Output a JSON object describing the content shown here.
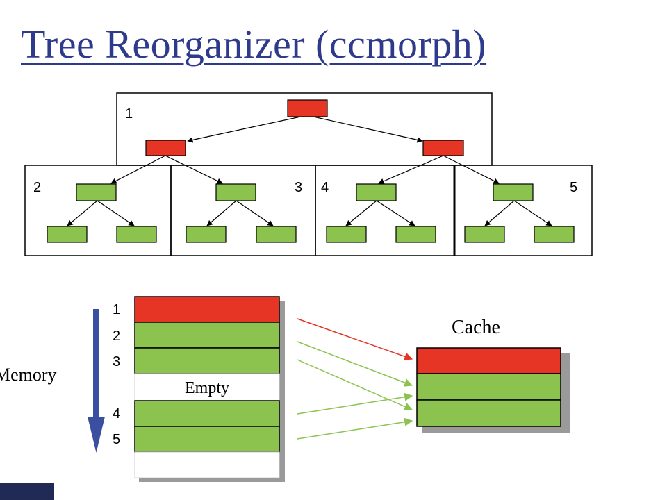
{
  "title": "Tree Reorganizer (ccmorph)",
  "tree": {
    "block_labels": [
      "1",
      "2",
      "3",
      "4",
      "5"
    ],
    "colors": {
      "root_block": "#e63524",
      "leaf_block": "#8cc34f",
      "border": "#000000"
    }
  },
  "memory": {
    "label": "Memory",
    "slot_numbers": [
      "1",
      "2",
      "3",
      "4",
      "5"
    ],
    "empty_label": "Empty",
    "arrow_color": "#3b4fa0"
  },
  "cache": {
    "label": "Cache"
  },
  "colors": {
    "red_arrow": "#e63524",
    "green_arrow": "#8cc34f",
    "title": "#2e3a8c"
  }
}
